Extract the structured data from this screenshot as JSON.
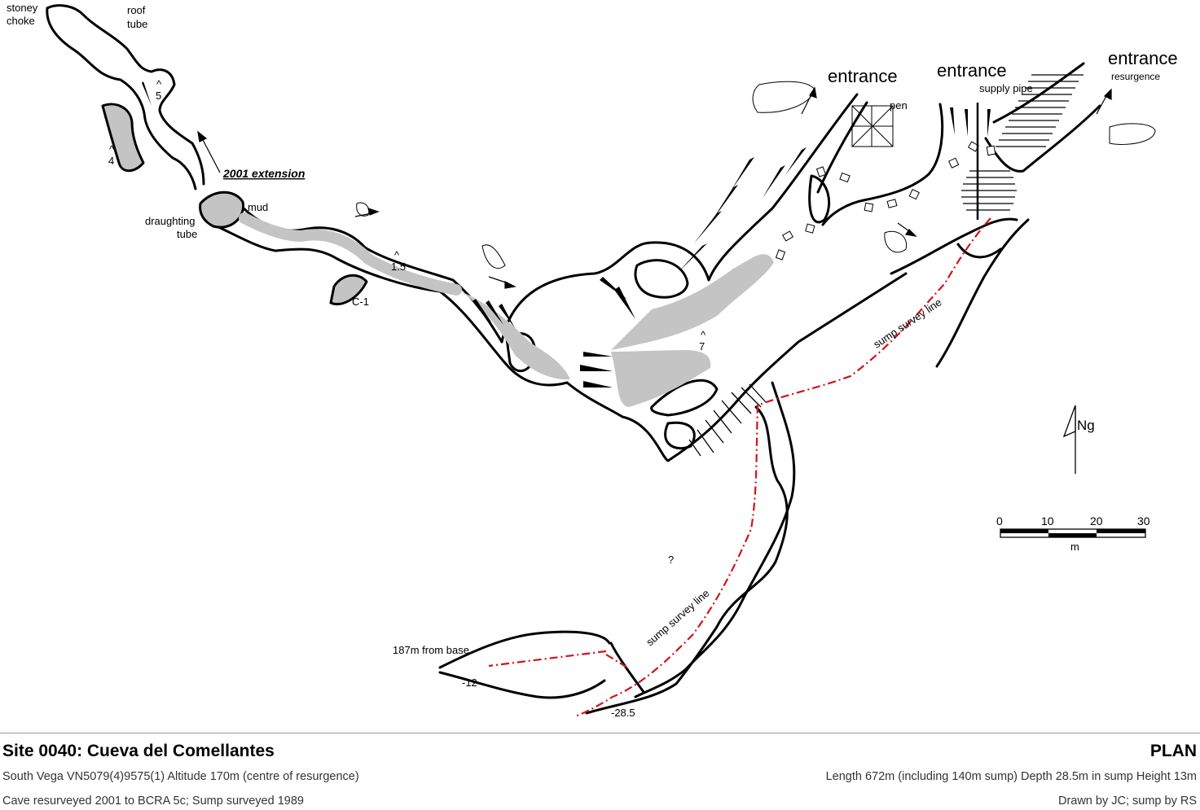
{
  "map": {
    "labels": {
      "stoney_choke": [
        "stoney",
        "choke"
      ],
      "roof_tube": [
        "roof",
        "tube"
      ],
      "step_5": "5",
      "step_4": "4",
      "extension": "2001 extension",
      "mud": "mud",
      "draughting_tube": [
        "draughting",
        "tube"
      ],
      "step_1_5": "1.5",
      "c1": "C-1",
      "step_7": "7",
      "entrance_1": "entrance",
      "entrance_2": "entrance",
      "entrance_3": "entrance",
      "pen": "pen",
      "supply_pipe": "supply pipe",
      "resurgence": "resurgence",
      "sump_survey_line_1": "sump survey line",
      "sump_survey_line_2": "sump survey line",
      "from_base": "187m from base",
      "depth_12": "-12",
      "depth_28_5": "-28.5",
      "question": "?",
      "caret": "^"
    },
    "north": {
      "label": "Ng"
    },
    "scale": {
      "ticks": [
        "0",
        "10",
        "20",
        "30"
      ],
      "unit": "m"
    },
    "colors": {
      "survey_line": "#d0141c",
      "mud_fill": "#c4c4c4",
      "walls": "#000000"
    }
  },
  "footer": {
    "title": "Site 0040: Cueva del Comellantes",
    "view": "PLAN",
    "location": "South Vega  VN5079(4)9575(1)  Altitude 170m (centre of resurgence)",
    "survey": "Cave resurveyed 2001 to BCRA 5c; Sump surveyed 1989",
    "stats": "Length 672m (including 140m sump)  Depth 28.5m in sump  Height 13m",
    "credits": "Drawn by JC; sump by RS"
  }
}
